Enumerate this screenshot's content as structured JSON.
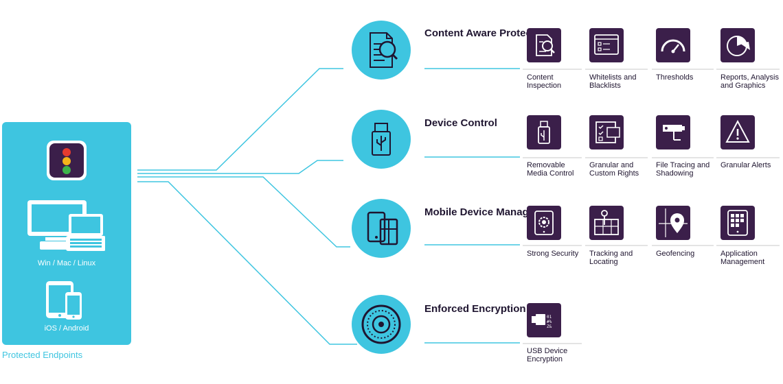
{
  "endpoints": {
    "panel_label": "Protected Endpoints",
    "desktop_label": "Win / Mac / Linux",
    "mobile_label": "iOS / Android"
  },
  "categories": [
    {
      "title": "Content\nAware\nProtection",
      "icon": "document-search-icon",
      "features": [
        {
          "label": "Content\nInspection",
          "icon": "document-magnifier-icon"
        },
        {
          "label": "Whitelists and\nBlacklists",
          "icon": "browser-checklist-icon"
        },
        {
          "label": "Thresholds",
          "icon": "gauge-icon"
        },
        {
          "label": "Reports, Analysis\nand Graphics",
          "icon": "pie-chart-icon"
        }
      ]
    },
    {
      "title": "Device\nControl",
      "icon": "usb-stick-icon",
      "features": [
        {
          "label": "Removable\nMedia Control",
          "icon": "usb-drive-icon"
        },
        {
          "label": "Granular and\nCustom Rights",
          "icon": "checklist-card-icon"
        },
        {
          "label": "File Tracing and\nShadowing",
          "icon": "security-camera-icon"
        },
        {
          "label": "Granular Alerts",
          "icon": "warning-triangle-icon"
        }
      ]
    },
    {
      "title": "Mobile\nDevice\nManagement",
      "icon": "phone-tablet-icon",
      "features": [
        {
          "label": "Strong Security",
          "icon": "tablet-gear-icon"
        },
        {
          "label": "Tracking and\nLocating",
          "icon": "map-pin-icon"
        },
        {
          "label": "Geofencing",
          "icon": "location-marker-icon"
        },
        {
          "label": "Application\nManagement",
          "icon": "app-grid-icon"
        }
      ]
    },
    {
      "title": "Enforced\nEncryption",
      "icon": "vault-dial-icon",
      "features": [
        {
          "label": "USB Device\nEncryption",
          "icon": "usb-encrypted-icon"
        }
      ]
    }
  ],
  "colors": {
    "accent": "#3ec5e0",
    "icon_bg": "#3b1f4a",
    "text": "#1f1530",
    "traffic_red": "#e63b2e",
    "traffic_yellow": "#f4b41a",
    "traffic_green": "#3cb44a"
  }
}
